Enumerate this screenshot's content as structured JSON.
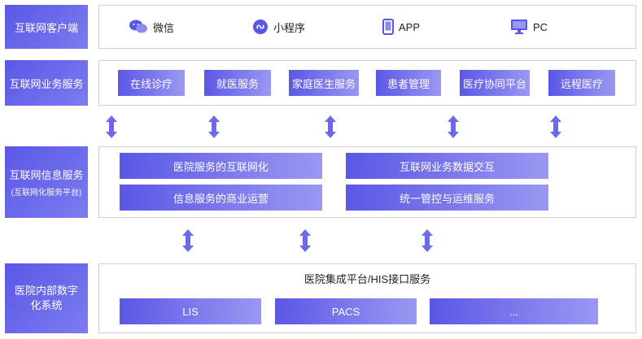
{
  "rows": {
    "client": {
      "label": "互联网客户端"
    },
    "business": {
      "label": "互联网业务服务"
    },
    "info": {
      "label": "互联网信息服务",
      "sub": "(互联网化服务平台)"
    },
    "internal": {
      "label": "医院内部数字化系统"
    }
  },
  "clients": [
    {
      "label": "微信",
      "icon": "wechat-icon"
    },
    {
      "label": "小程序",
      "icon": "mini-program-icon"
    },
    {
      "label": "APP",
      "icon": "mobile-icon"
    },
    {
      "label": "PC",
      "icon": "monitor-icon"
    }
  ],
  "business_services": [
    "在线诊疗",
    "就医服务",
    "家庭医生服务",
    "患者管理",
    "医疗协同平台",
    "远程医疗"
  ],
  "info_services": [
    "医院服务的互联网化",
    "互联网业务数据交互",
    "信息服务的商业运营",
    "统一管控与运维服务"
  ],
  "internal": {
    "title": "医院集成平台/HIS接口服务",
    "systems": [
      "LIS",
      "PACS",
      "..."
    ]
  },
  "colors": {
    "accent": "#5b57e6",
    "accent_light": "#9a98f2",
    "border": "#cfcfcf"
  }
}
